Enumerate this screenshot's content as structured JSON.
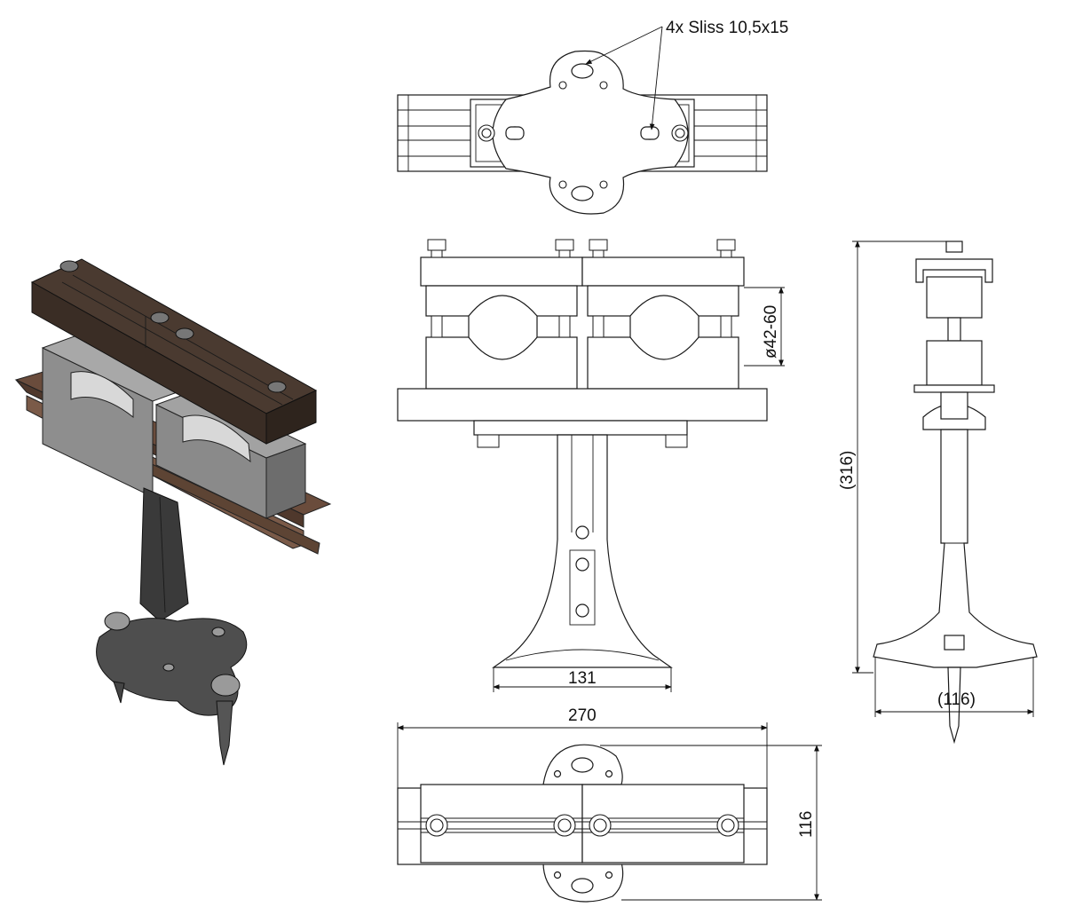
{
  "annotations": {
    "slots": "4x Sliss 10,5x15",
    "clamp_range": "ø42-60",
    "base_width": "131",
    "total_length": "270",
    "total_height": "(316)",
    "side_base_width": "(116)",
    "plan_width": "116"
  },
  "colors": {
    "line": "#1a1a1a",
    "rail_brown": "#4a3a30",
    "rail_brown_dark": "#2e241d",
    "clamp_gray": "#8e8e8e",
    "clamp_gray_dark": "#5f5f5f",
    "metal_dark": "#3a3a3a",
    "copper_rail": "#7a5a48"
  },
  "views": {
    "iso": "isometric-view",
    "top": "top-view",
    "front": "front-view",
    "side": "side-view",
    "bottom": "bottom-view"
  }
}
